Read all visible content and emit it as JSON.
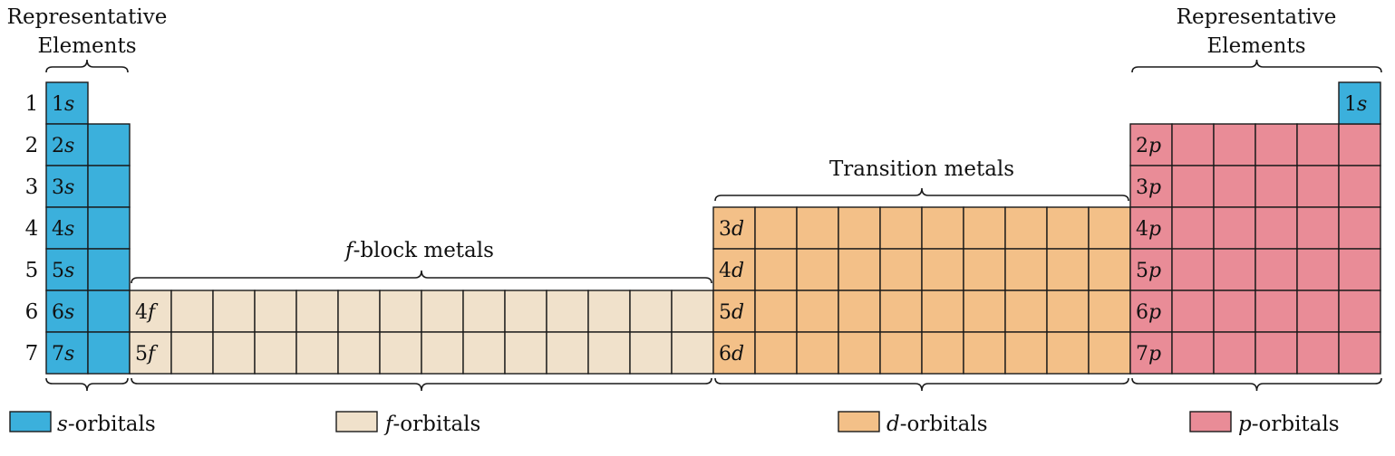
{
  "colors": {
    "s": "#3bb0dc",
    "f": "#f0e1cb",
    "d": "#f3c088",
    "p": "#e98c97",
    "border": "#1a1a1a"
  },
  "headers": {
    "rep_left": [
      "Representative",
      "Elements"
    ],
    "rep_right": [
      "Representative",
      "Elements"
    ],
    "transition": "Transition metals",
    "fblock_italic": "f",
    "fblock_rest": "-block metals"
  },
  "period_numbers": [
    "1",
    "2",
    "3",
    "4",
    "5",
    "6",
    "7"
  ],
  "cell_labels": {
    "s": [
      {
        "row": 1,
        "n": "1",
        "l": "s"
      },
      {
        "row": 2,
        "n": "2",
        "l": "s"
      },
      {
        "row": 3,
        "n": "3",
        "l": "s"
      },
      {
        "row": 4,
        "n": "4",
        "l": "s"
      },
      {
        "row": 5,
        "n": "5",
        "l": "s"
      },
      {
        "row": 6,
        "n": "6",
        "l": "s"
      },
      {
        "row": 7,
        "n": "7",
        "l": "s"
      }
    ],
    "he": {
      "n": "1",
      "l": "s"
    },
    "f": [
      {
        "row": 6,
        "n": "4",
        "l": "f"
      },
      {
        "row": 7,
        "n": "5",
        "l": "f"
      }
    ],
    "d": [
      {
        "row": 4,
        "n": "3",
        "l": "d"
      },
      {
        "row": 5,
        "n": "4",
        "l": "d"
      },
      {
        "row": 6,
        "n": "5",
        "l": "d"
      },
      {
        "row": 7,
        "n": "6",
        "l": "d"
      }
    ],
    "p": [
      {
        "row": 2,
        "n": "2",
        "l": "p"
      },
      {
        "row": 3,
        "n": "3",
        "l": "p"
      },
      {
        "row": 4,
        "n": "4",
        "l": "p"
      },
      {
        "row": 5,
        "n": "5",
        "l": "p"
      },
      {
        "row": 6,
        "n": "6",
        "l": "p"
      },
      {
        "row": 7,
        "n": "7",
        "l": "p"
      }
    ]
  },
  "legend": [
    {
      "key": "s",
      "italic": "s",
      "rest": "-orbitals"
    },
    {
      "key": "f",
      "italic": "f",
      "rest": "-orbitals"
    },
    {
      "key": "d",
      "italic": "d",
      "rest": "-orbitals"
    },
    {
      "key": "p",
      "italic": "p",
      "rest": "-orbitals"
    }
  ]
}
